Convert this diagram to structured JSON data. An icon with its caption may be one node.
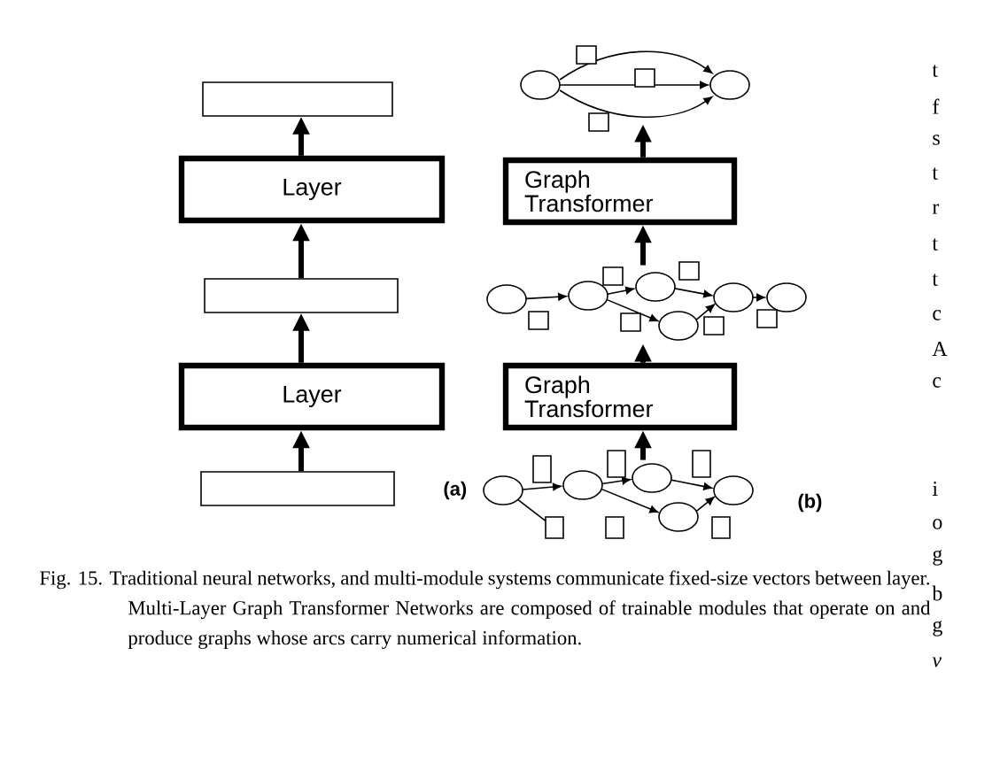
{
  "diagram": {
    "caption": "Fig. 15. Traditional neural networks, and multi-module systems communicate fixed-size vectors between layer. Multi-Layer Graph Transformer Networks are composed of trainable modules that operate on and produce graphs whose arcs carry numerical information.",
    "nodes": [
      {
        "text": [],
        "shape": "box"
      },
      {
        "text": [
          "Layer"
        ]
      },
      {
        "text": [],
        "shape": "box"
      },
      {
        "text": [
          "Layer"
        ]
      },
      {
        "text": [],
        "shape": "box"
      },
      {
        "text": [],
        "shape": "picture"
      },
      {
        "text": [
          "Graph Transformer"
        ]
      },
      {
        "text": [],
        "shape": "picture"
      },
      {
        "text": [
          "Graph Transformer"
        ]
      },
      {
        "text": [],
        "shape": "picture"
      }
    ],
    "edges": [
      {
        "from": 4,
        "to": 3,
        "arrow": "to"
      },
      {
        "from": 3,
        "to": 2,
        "arrow": "to"
      },
      {
        "from": 2,
        "to": 1,
        "arrow": "to"
      },
      {
        "from": 1,
        "to": 0,
        "arrow": "to"
      },
      {
        "from": 9,
        "to": 8,
        "arrow": "to"
      },
      {
        "from": 8,
        "to": 7,
        "arrow": "to"
      },
      {
        "from": 7,
        "to": 6,
        "arrow": "to"
      },
      {
        "from": 6,
        "to": 5,
        "arrow": "to"
      }
    ],
    "labels": [
      "(a)",
      "(b)",
      "t",
      "f",
      "s",
      "t",
      "r",
      "t",
      "t",
      "c",
      "A",
      "c",
      "i",
      "o",
      "g",
      "b",
      "g",
      "v"
    ]
  }
}
